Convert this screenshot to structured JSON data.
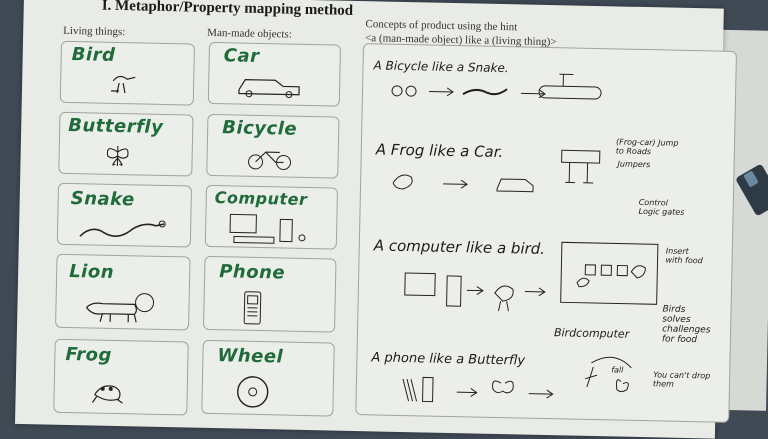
{
  "title": "I. Metaphor/Property mapping method",
  "columns": {
    "living_header": "Living things:",
    "manmade_header": "Man-made objects:",
    "concepts_header_line1": "Concepts of product using the hint",
    "concepts_header_line2": "<a (man-made object) like a (living thing)>"
  },
  "living_things": [
    "Bird",
    "Butterfly",
    "Snake",
    "Lion",
    "Frog"
  ],
  "manmade_objects": [
    "Car",
    "Bicycle",
    "Computer",
    "Phone",
    "Wheel"
  ],
  "concepts": [
    {
      "sentence": "A Bicycle like a Snake."
    },
    {
      "sentence": "A Frog like a Car.",
      "notes": [
        "(Frog-car) Jump to Roads",
        "Jumpers"
      ]
    },
    {
      "sentence": "A computer like a bird.",
      "notes": [
        "Control Logic gates",
        "Insert with food",
        "Birds solves challenges for food",
        "Birdcomputer"
      ]
    },
    {
      "sentence": "A phone like a Butterfly",
      "notes": [
        "fall",
        "You can't drop them"
      ]
    }
  ],
  "colors": {
    "paper": "#e9ebe6",
    "ink_green": "#1f6b3a",
    "ink_black": "#1b1b1b",
    "background": "#3f4a55"
  }
}
